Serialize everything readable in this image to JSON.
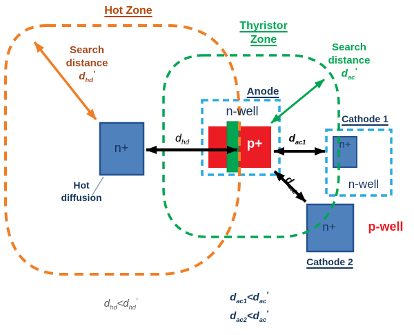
{
  "hot_zone": {
    "title": "Hot Zone",
    "search_line1": "Search",
    "search_line2": "distance"
  },
  "thyristor_zone": {
    "title_line1": "Thyristor",
    "title_line2": "Zone",
    "search_line1": "Search",
    "search_line2": "distance"
  },
  "anode": {
    "title": "Anode",
    "nwell": "n-well",
    "pplus": "p+"
  },
  "hot_diffusion": {
    "nplus": "n+",
    "caption_line1": "Hot",
    "caption_line2": "diffusion"
  },
  "cathode1": {
    "title": "Cathode 1",
    "nplus": "n+",
    "nwell": "n-well"
  },
  "cathode2": {
    "title": "Cathode 2",
    "nplus": "n+"
  },
  "pwell_label": "p-well",
  "math": {
    "d": "d",
    "sub_hd": "hd",
    "sub_ac": "ac",
    "sub_ac1": "ac1",
    "sub_ac2": "ac2",
    "lt": "<",
    "prime": "′"
  },
  "colors": {
    "orange_dash": "#F07E26",
    "hot_title_text": "#B5470B",
    "hot_search_text": "#A5491C",
    "green": "#00A651",
    "blue_dash": "#29ABE2",
    "box_blue_fill": "#4F81BD",
    "box_blue_border": "#24508F",
    "red": "#EC1C24",
    "navy_text": "#17365D",
    "formula_gray": "#595959",
    "arrow_black": "#000000"
  }
}
